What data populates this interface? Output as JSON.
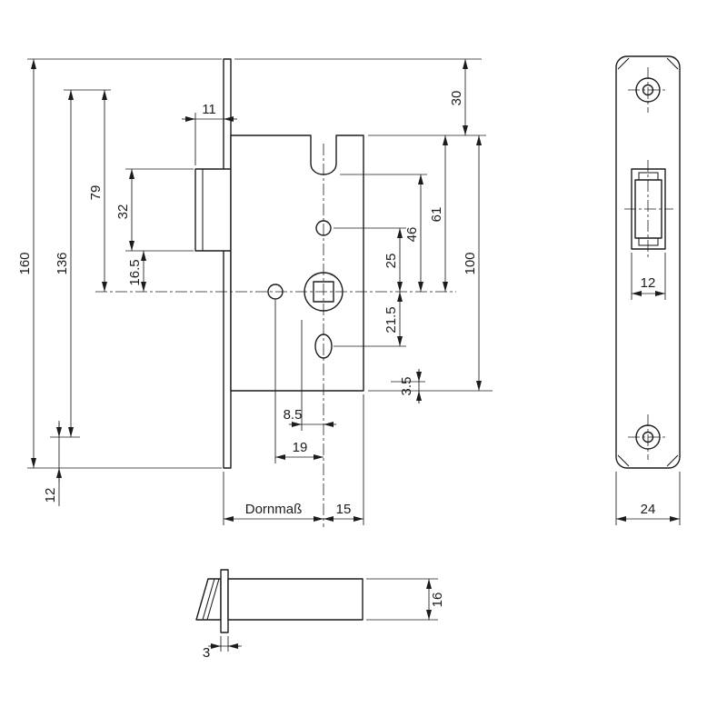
{
  "drawing": {
    "type": "mortise-lock-dimension-drawing",
    "colors": {
      "line": "#1c1c1c",
      "background": "#ffffff"
    },
    "labels": {
      "plate_length": "160",
      "screw_hole_spacing": "136",
      "plate_end_offset": "12",
      "top_to_spindle": "79",
      "latch_height": "32",
      "latch_bottom_to_spindle": "16.5",
      "latch_protrusion": "11",
      "plate_top_to_case": "30",
      "case_top_to_spindle": "61",
      "slot_to_spindle": "46",
      "upper_hole_to_spindle": "25",
      "case_height": "100",
      "spindle_to_lower_hole": "21.5",
      "lower_edge_detail": "3.5",
      "follower_edge_offset": "8.5",
      "aux_hole_to_spindle": "19",
      "backset_label": "Dornmaß",
      "spindle_to_case_back": "15",
      "latch_opening_width": "12",
      "plate_width": "24",
      "plate_thickness": "3",
      "latch_bolt_height": "16"
    }
  }
}
